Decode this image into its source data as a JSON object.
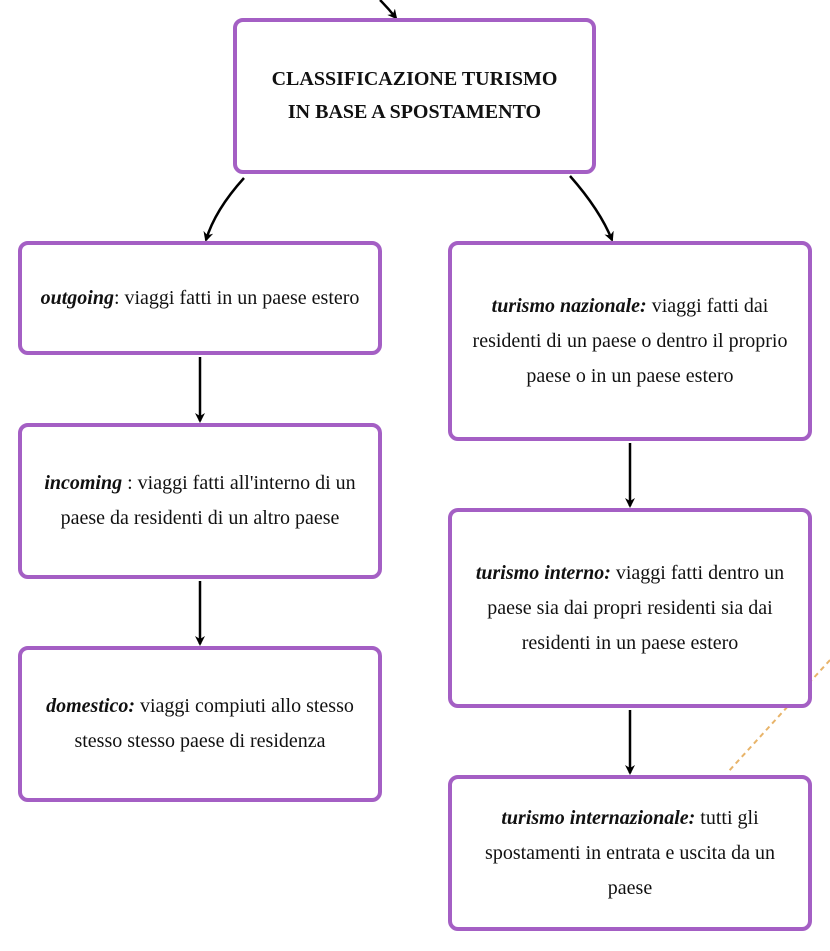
{
  "colors": {
    "node_border": "#a45fc4",
    "arrow": "#000000",
    "dashed_line": "#e8b46a"
  },
  "root": {
    "line1": "CLASSIFICAZIONE TURISMO",
    "line2": "IN BASE A SPOSTAMENTO"
  },
  "nodes": {
    "outgoing": {
      "term": "outgoing",
      "text": ": viaggi fatti in un paese estero"
    },
    "incoming": {
      "term": "incoming",
      "text": " : viaggi fatti all'interno di un paese da residenti di un altro paese"
    },
    "domestico": {
      "term": "domestico:",
      "text": " viaggi compiuti allo stesso stesso stesso paese di residenza"
    },
    "turismo_nazionale": {
      "term": "turismo nazionale:",
      "text": " viaggi fatti dai residenti di un paese o dentro il proprio paese o in un paese estero"
    },
    "turismo_interno": {
      "term": "turismo interno:",
      "text": " viaggi fatti dentro un paese sia dai propri residenti sia dai residenti in un paese estero"
    },
    "turismo_internazionale": {
      "term": "turismo internazionale:",
      "text": " tutti gli spostamenti in entrata e uscita da un paese"
    }
  }
}
